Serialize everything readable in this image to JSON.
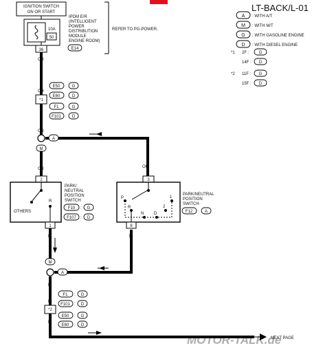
{
  "title": "LT-BACK/L-01",
  "top_tab_color": "#e01020",
  "legend": [
    {
      "code": "A",
      "text": ": WITH A/T"
    },
    {
      "code": "M",
      "text": ": WITH M/T"
    },
    {
      "code": "G",
      "text": ": WITH GASOLINE ENGINE"
    },
    {
      "code": "D",
      "text": ": WITH DIESEL ENGINE"
    }
  ],
  "notes": [
    {
      "mark": "*1",
      "pin": "2F :",
      "code": "G"
    },
    {
      "mark": "",
      "pin": "14F :",
      "code": "D"
    },
    {
      "mark": "*2",
      "pin": "11F :",
      "code": "G"
    },
    {
      "mark": "",
      "pin": "15F :",
      "code": "D"
    }
  ],
  "ignition_label": [
    "IGNITION SWITCH",
    "ON OR START"
  ],
  "ipdm": {
    "fuse_amp": "10A",
    "fuse_no": "50",
    "lines": [
      "IPDM E/R",
      "(INTELLIGENT",
      "POWER",
      "DISTRIBUTION",
      "MODULE",
      "ENGINE ROOM)"
    ],
    "connector": "E14",
    "terminal": "36",
    "refer": "REFER TO PG-POWER."
  },
  "wire_or": "OR",
  "wire_r": "R",
  "upper_joint": {
    "label": "*1",
    "connectors": [
      {
        "name": "E50",
        "code": "G"
      },
      {
        "name": "E60",
        "code": "D"
      },
      {
        "name": "F1",
        "code": "G"
      },
      {
        "name": "F101",
        "code": "D"
      }
    ]
  },
  "splice_codes": {
    "upper_left": "M",
    "upper_right": "A",
    "lower_top": "M",
    "lower_right": "A"
  },
  "left_switch": {
    "lines": [
      "PARK/",
      "NEUTRAL",
      "POSITION",
      "SWITCH"
    ],
    "top_terminal": "2",
    "bottom_terminal": "1",
    "others": "OTHERS",
    "r_pos": "R",
    "connectors": [
      {
        "name": "F10",
        "code": "G"
      },
      {
        "name": "F107",
        "code": "D"
      }
    ]
  },
  "right_switch": {
    "lines": [
      "PARK/NEUTRAL",
      "POSITION",
      "SWITCH"
    ],
    "top_terminal": "3",
    "bottom_terminal": "8",
    "positions": [
      "P",
      "R",
      "N",
      "D",
      "2",
      "1"
    ],
    "connector": "F12",
    "code": "A"
  },
  "lower_joint": {
    "label": "*2",
    "connectors": [
      {
        "name": "F1",
        "code": "G"
      },
      {
        "name": "F101",
        "code": "D"
      },
      {
        "name": "E50",
        "code": "G"
      },
      {
        "name": "E60",
        "code": "D"
      }
    ]
  },
  "next_page": "NEXT PAGE",
  "watermark": "MOTOR-TALK.de"
}
